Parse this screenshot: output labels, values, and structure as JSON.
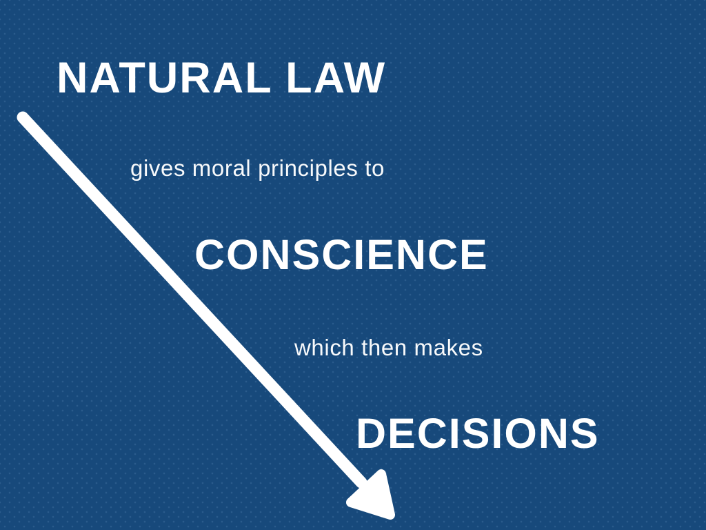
{
  "theme": {
    "background_color": "#17497B",
    "dot_texture_color": "#82AFDC",
    "text_color": "#FFFFFF"
  },
  "diagram": {
    "nodes": [
      {
        "id": "natural-law",
        "label": "NATURAL LAW"
      },
      {
        "id": "conscience",
        "label": "CONSCIENCE"
      },
      {
        "id": "decisions",
        "label": "DECISIONS"
      }
    ],
    "connectors": [
      {
        "id": "gives-moral-principles",
        "label": "gives moral principles to"
      },
      {
        "id": "which-then-makes",
        "label": "which then makes"
      }
    ],
    "arrow": {
      "color": "#FFFFFF",
      "direction": "top-left to bottom-right"
    }
  }
}
